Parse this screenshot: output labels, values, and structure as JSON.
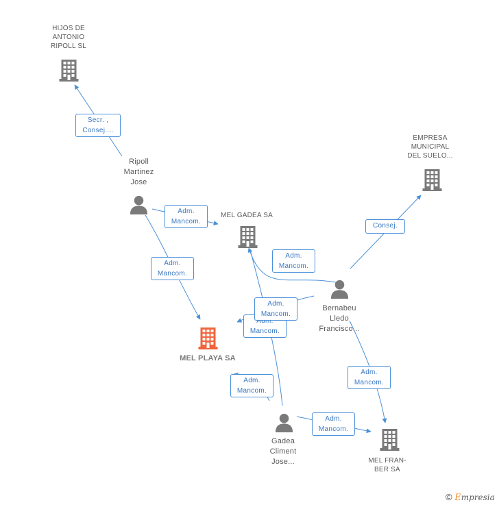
{
  "nodes": {
    "hijos": "HIJOS DE\nANTONIO\nRIPOLL SL",
    "empresa": "EMPRESA\nMUNICIPAL\nDEL SUELO...",
    "ripoll": "Ripoll\nMartinez\nJose",
    "melgadea": "MEL GADEA SA",
    "bernabeu": "Bernabeu\nLledo\nFrancisco...",
    "melplaya": "MEL PLAYA SA",
    "gadea": "Gadea\nCliment\nJose...",
    "melfranber": "MEL FRAN-\nBER SA"
  },
  "edges": {
    "e1": "Secr. ,\nConsej....",
    "e2": "Adm.\nMancom.",
    "e3": "Adm.\nMancom.",
    "e4": "Adm.\nMancom.",
    "e5": "Consej.",
    "e6": "Adm.\nMancom.",
    "e7": "Adm.\nMancom.",
    "e8": "Adm.\nMancom.",
    "e9": "Adm.\nMancom.",
    "e10": "Adm.\nMancom."
  },
  "footer": {
    "copyright": "©",
    "brand_initial": "E",
    "brand_rest": "mpresia"
  },
  "colors": {
    "edge": "#4a90d9",
    "building": "#7a7a7a",
    "building_main": "#f0643c",
    "person": "#7a7a7a"
  }
}
